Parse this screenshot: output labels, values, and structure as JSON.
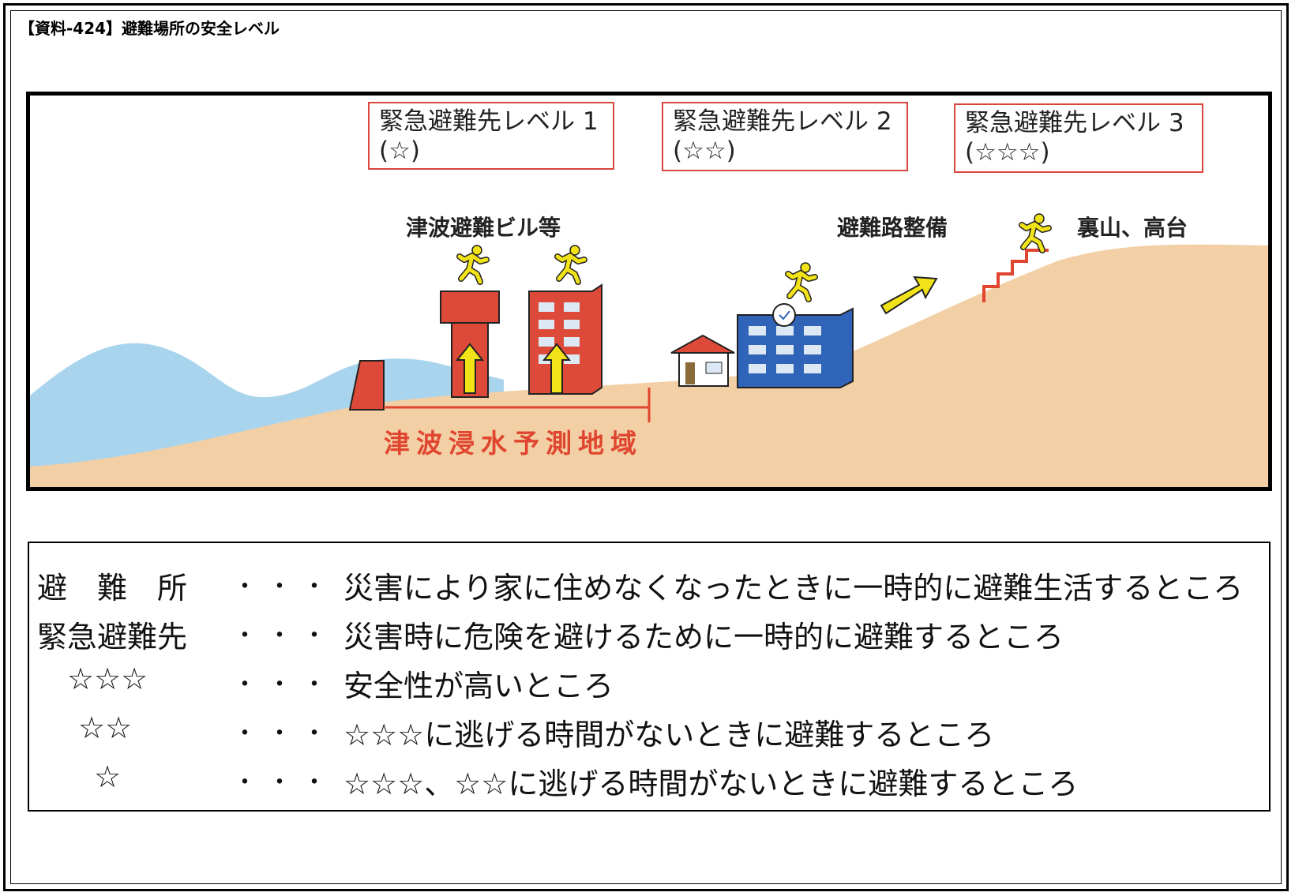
{
  "document": {
    "title": "【資料-424】避難場所の安全レベル"
  },
  "diagram": {
    "levels": [
      {
        "label": "緊急避難先レベル 1",
        "stars": "(☆)"
      },
      {
        "label": "緊急避難先レベル 2",
        "stars": "(☆☆)"
      },
      {
        "label": "緊急避難先レベル 3",
        "stars": "(☆☆☆)"
      }
    ],
    "labels": {
      "tsunami_building": "津波避難ビル等",
      "route": "避難路整備",
      "hill": "裏山、高台",
      "inundation_zone": "津波浸水予測地域"
    },
    "icons": [
      "running-person-icon",
      "arrow-up-icon",
      "diagonal-arrow-icon",
      "stairs-icon",
      "clock-icon"
    ],
    "colors": {
      "sea": "#a9d4ee",
      "land": "#f3cfa5",
      "building_red": "#dd4a3a",
      "building_blue": "#2f64b8",
      "person": "#f2e318",
      "accent": "#e0452f"
    }
  },
  "legend": {
    "rows": [
      {
        "term": "避　難　所",
        "dots": "・・・",
        "desc": "災害により家に住めなくなったときに一時的に避難生活するところ"
      },
      {
        "term": "緊急避難先",
        "dots": "・・・",
        "desc": "災害時に危険を避けるために一時的に避難するところ"
      },
      {
        "term": "☆☆☆",
        "dots": "・・・",
        "desc": "安全性が高いところ"
      },
      {
        "term": "☆☆",
        "dots": "・・・",
        "desc": "☆☆☆に逃げる時間がないときに避難するところ"
      },
      {
        "term": "☆",
        "dots": "・・・",
        "desc": "☆☆☆、☆☆に逃げる時間がないときに避難するところ"
      }
    ]
  }
}
